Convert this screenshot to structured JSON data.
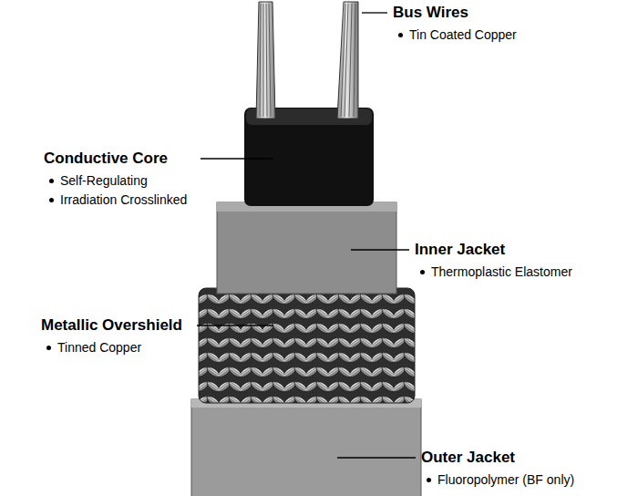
{
  "diagram": {
    "labels": [
      "Bus Wires",
      "Tin Coated Copper",
      "Conductive Core",
      "Self-Regulating",
      "Irradiation Crosslinked",
      "Inner Jacket",
      "Thermoplastic Elastomer",
      "Metallic Overshield",
      "Tinned Copper",
      "Outer Jacket",
      "Fluoropolymer (BF only)"
    ]
  }
}
